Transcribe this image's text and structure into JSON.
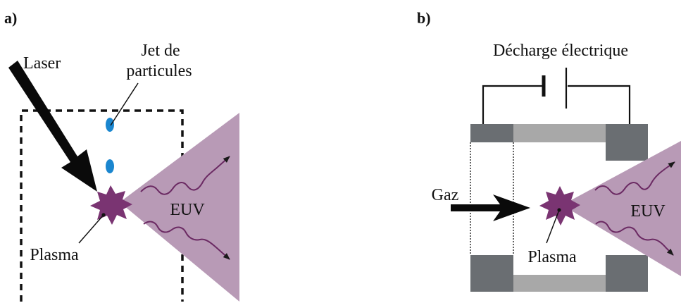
{
  "panels": {
    "a": {
      "label": "a)",
      "laser": "Laser",
      "jet_line1": "Jet de",
      "jet_line2": "particules",
      "euv": "EUV",
      "plasma": "Plasma"
    },
    "b": {
      "label": "b)",
      "discharge": "Décharge électrique",
      "gas": "Gaz",
      "euv": "EUV",
      "plasma": "Plasma"
    }
  },
  "colors": {
    "euv_cone": "#b89ab6",
    "plasma": "#7a3472",
    "droplet": "#1a86cf",
    "electrode": "#6a6e72",
    "insulator": "#a8a8a8",
    "wave": "#6b2a63"
  }
}
